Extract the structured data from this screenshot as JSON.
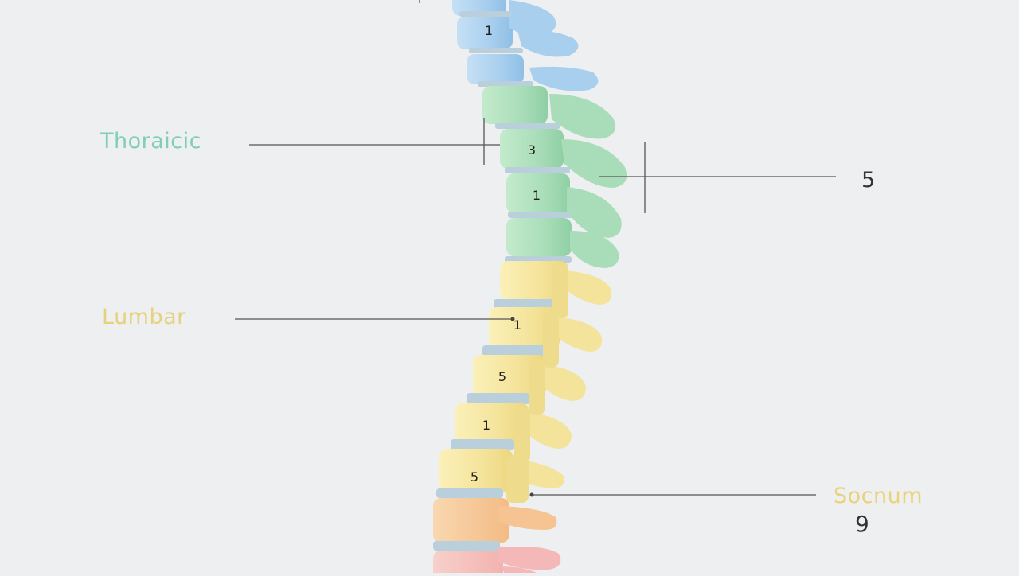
{
  "labels": {
    "thoracic": {
      "text": "Thoraicic",
      "color": "#7fcfb2"
    },
    "lumbar": {
      "text": "Lumbar",
      "color": "#e6d17c"
    },
    "sacrum": {
      "text": "Socnum",
      "color": "#e9d27a"
    },
    "right_number": "5",
    "sacrum_number": "9"
  },
  "vertebra_numbers": [
    "1",
    "3",
    "1",
    "1",
    "5",
    "1",
    "5"
  ],
  "colors": {
    "background": "#eeeff0",
    "cervical": "#a9cfee",
    "thoracic": "#a9ddb9",
    "lumbar": "#f4e39a",
    "sacrum": "#f6c493",
    "coccyx": "#f4b8b8",
    "disc": "#b9cfdc",
    "leader_line": "#555555"
  }
}
